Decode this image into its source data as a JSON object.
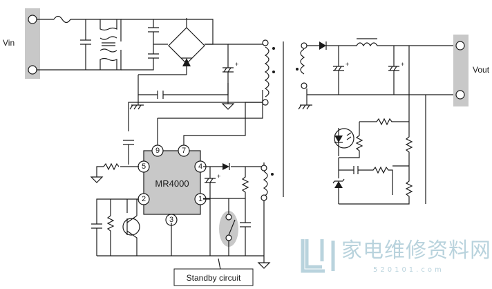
{
  "labels": {
    "vin": "Vin",
    "vout": "Vout",
    "ic": "MR4000",
    "standby": "Standby circuit"
  },
  "ic_pins": [
    "9",
    "7",
    "5",
    "4",
    "2",
    "1",
    "3"
  ],
  "watermark": {
    "main": "家电维修资料网",
    "sub": "520101.com"
  }
}
